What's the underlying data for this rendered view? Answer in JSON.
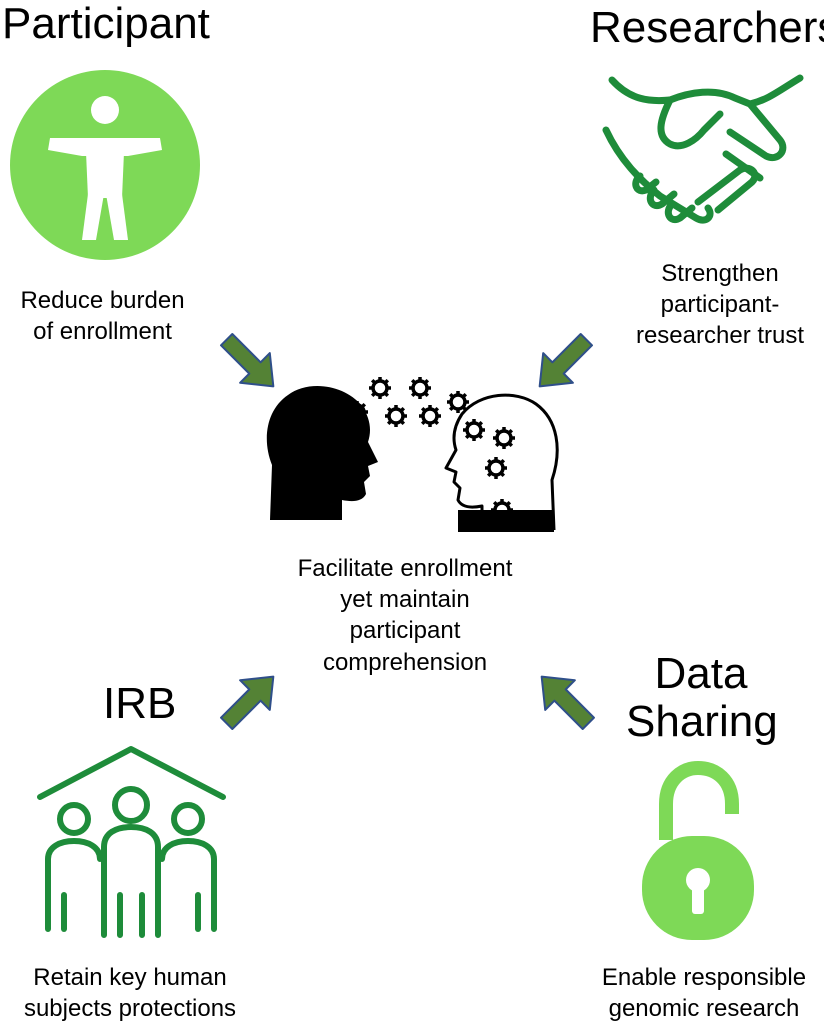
{
  "colors": {
    "light_green": "#7ed957",
    "dark_green": "#1e8c3a",
    "arrow_fill": "#548235",
    "arrow_stroke": "#2f4f8a",
    "ink": "#000000"
  },
  "participant": {
    "title": "Participant",
    "icon": "accessibility-person-icon",
    "caption": [
      "Reduce burden",
      "of enrollment"
    ]
  },
  "researchers": {
    "title": "Researchers",
    "icon": "handshake-icon",
    "caption": [
      "Strengthen",
      "participant-",
      "researcher trust"
    ]
  },
  "center": {
    "icon": "two-heads-gears-icon",
    "caption": [
      "Facilitate enrollment",
      "yet maintain",
      "participant",
      "comprehension"
    ]
  },
  "irb": {
    "title": "IRB",
    "icon": "family-house-icon",
    "caption": [
      "Retain key human",
      "subjects protections"
    ]
  },
  "data_sharing": {
    "title": [
      "Data",
      "Sharing"
    ],
    "icon": "unlocked-padlock-icon",
    "caption": [
      "Enable responsible",
      "genomic research"
    ]
  }
}
